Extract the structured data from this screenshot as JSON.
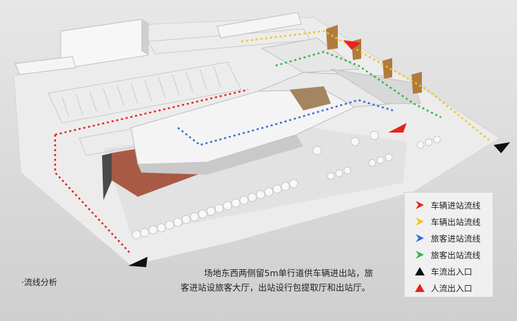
{
  "section_label": "·流线分析",
  "caption": {
    "line1": "场地东西两侧留5m单行道供车辆进出站，旅",
    "line2": "客进站设旅客大厅，出站设行包提取厅和出站厅。"
  },
  "legend": [
    {
      "label": "车辆进站流线",
      "icon": "red-chevron-icon",
      "color": "#e8231d"
    },
    {
      "label": "车辆出站流线",
      "icon": "yellow-chevron-icon",
      "color": "#f2c51a"
    },
    {
      "label": "旅客进站流线",
      "icon": "blue-chevron-icon",
      "color": "#2f6fd6"
    },
    {
      "label": "旅客出站流线",
      "icon": "green-chevron-icon",
      "color": "#33b54a"
    },
    {
      "label": "车流出入口",
      "icon": "black-triangle-icon",
      "color": "#111111"
    },
    {
      "label": "人流出入口",
      "icon": "red-triangle-icon",
      "color": "#e8231d"
    }
  ],
  "colors": {
    "vehicle_in": "#e8231d",
    "vehicle_out": "#f2c51a",
    "passenger_in": "#2f6fd6",
    "passenger_out": "#33b54a"
  }
}
